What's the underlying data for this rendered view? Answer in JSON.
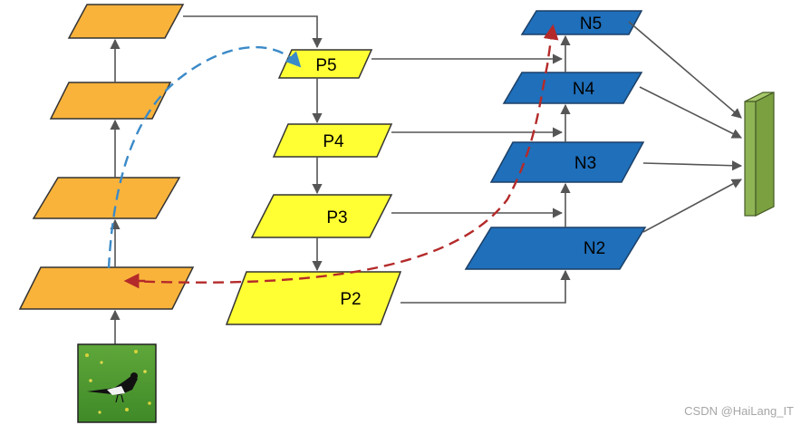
{
  "labels": {
    "p5": "P5",
    "p4": "P4",
    "p3": "P3",
    "p2": "P2",
    "n5": "N5",
    "n4": "N4",
    "n3": "N3",
    "n2": "N2"
  },
  "watermark": "CSDN @HaiLang_IT",
  "colors": {
    "backbone": "#f9b33b",
    "fpn": "#ffff33",
    "pan": "#1f6fba",
    "output": "#8fb455",
    "arrow": "#555555",
    "blue_path": "#3b8ac8",
    "red_path": "#b42a2a"
  },
  "image": {
    "icon": "magpie-on-grass-image"
  }
}
